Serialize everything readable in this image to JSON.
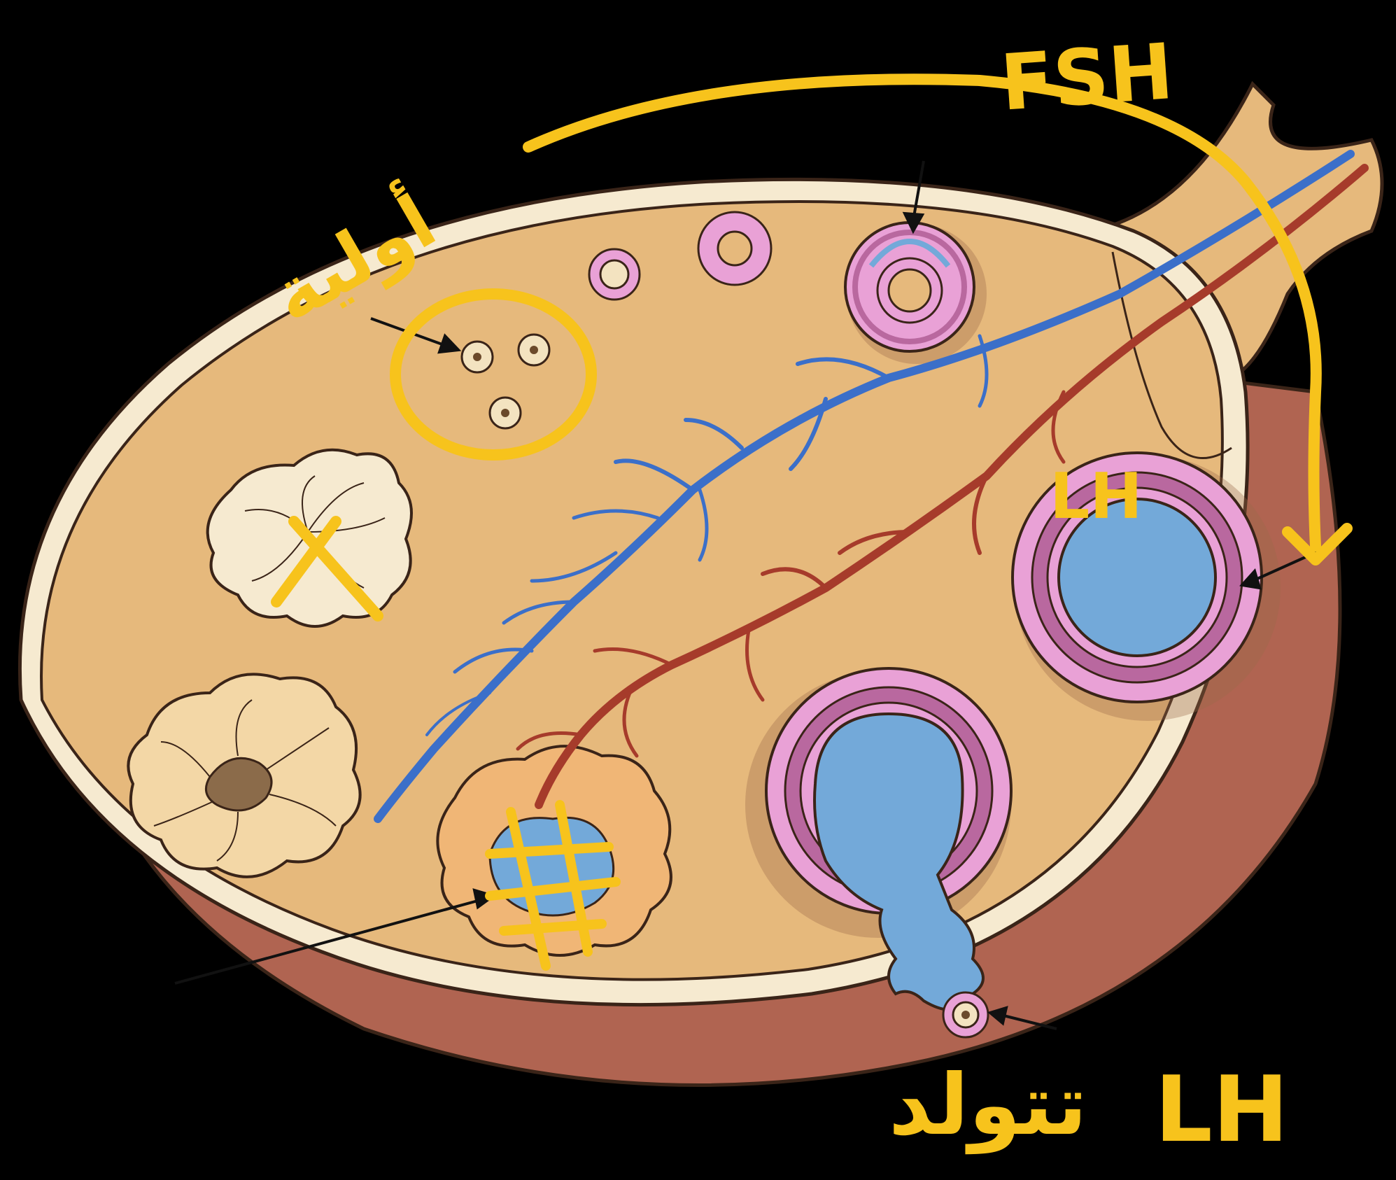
{
  "annotations": {
    "fsh": "FSH",
    "lh_bottom": "LH",
    "lh_top": "LH",
    "primary": "أولية",
    "ovulation": "تتولد"
  },
  "colors": {
    "background": "#000000",
    "ovary_fill": "#E6B97C",
    "ovary_outline": "#3A2418",
    "capsule": "#F6EAD0",
    "base": "#B06451",
    "follicle_pink": "#E9A1D6",
    "follicle_dark_pink": "#B9689F",
    "antrum_blue": "#73A9D9",
    "vein_blue": "#3B6FC9",
    "artery_red": "#A63B2B",
    "annotation_yellow": "#F7C31C",
    "corpus": "#F3E3C0"
  },
  "icons": [
    "arrow-icon",
    "cross-mark-icon"
  ]
}
